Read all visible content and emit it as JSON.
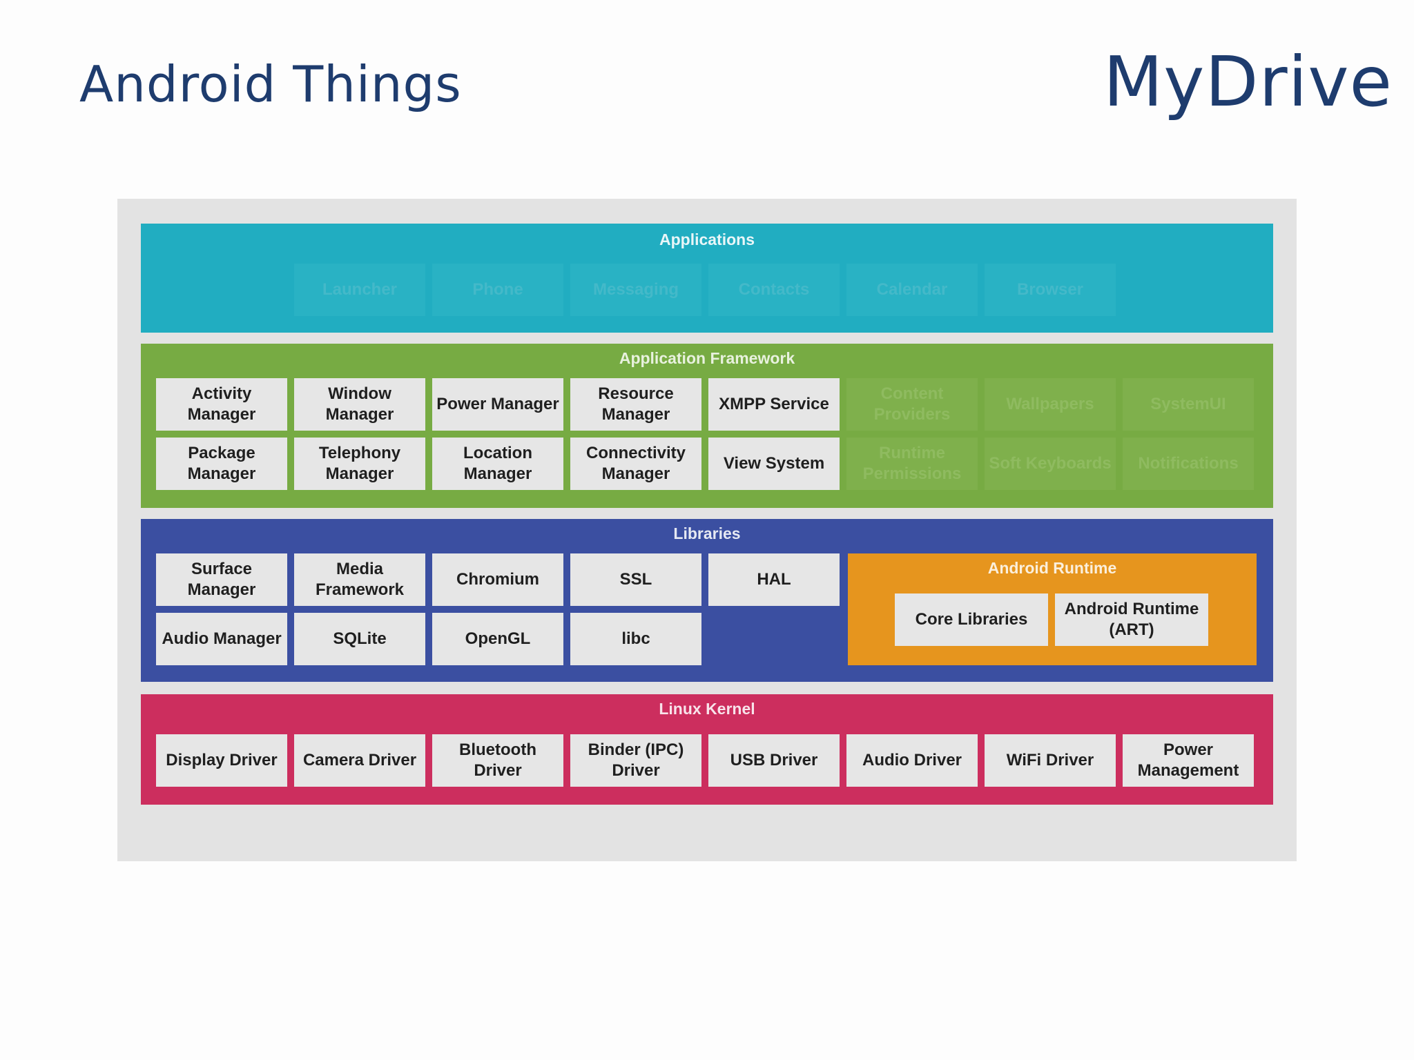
{
  "slide": {
    "title": "Android Things",
    "logo": "MyDrive"
  },
  "colors": {
    "title": "#1e3c6e",
    "applications": "#21adc1",
    "framework": "#77ab43",
    "libraries": "#3b4fa1",
    "runtime": "#e6951e",
    "kernel": "#cc2e5e",
    "box": "#e6e6e6"
  },
  "applications": {
    "title": "Applications",
    "items": [
      "Launcher",
      "Phone",
      "Messaging",
      "Contacts",
      "Calendar",
      "Browser"
    ]
  },
  "framework": {
    "title": "Application Framework",
    "row1": [
      "Activity Manager",
      "Window Manager",
      "Power Manager",
      "Resource Manager",
      "XMPP Service",
      "Content Providers",
      "Wallpapers",
      "SystemUI"
    ],
    "row2": [
      "Package Manager",
      "Telephony Manager",
      "Location Manager",
      "Connectivity Manager",
      "View System",
      "Runtime Permissions",
      "Soft Keyboards",
      "Notifications"
    ]
  },
  "libraries": {
    "title": "Libraries",
    "row1": [
      "Surface Manager",
      "Media Framework",
      "Chromium",
      "SSL",
      "HAL"
    ],
    "row2": [
      "Audio Manager",
      "SQLite",
      "OpenGL",
      "libc"
    ],
    "runtime": {
      "title": "Android Runtime",
      "items": [
        "Core Libraries",
        "Android Runtime (ART)"
      ]
    }
  },
  "kernel": {
    "title": "Linux Kernel",
    "items": [
      "Display Driver",
      "Camera Driver",
      "Bluetooth Driver",
      "Binder (IPC) Driver",
      "USB Driver",
      "Audio Driver",
      "WiFi Driver",
      "Power Management"
    ]
  }
}
